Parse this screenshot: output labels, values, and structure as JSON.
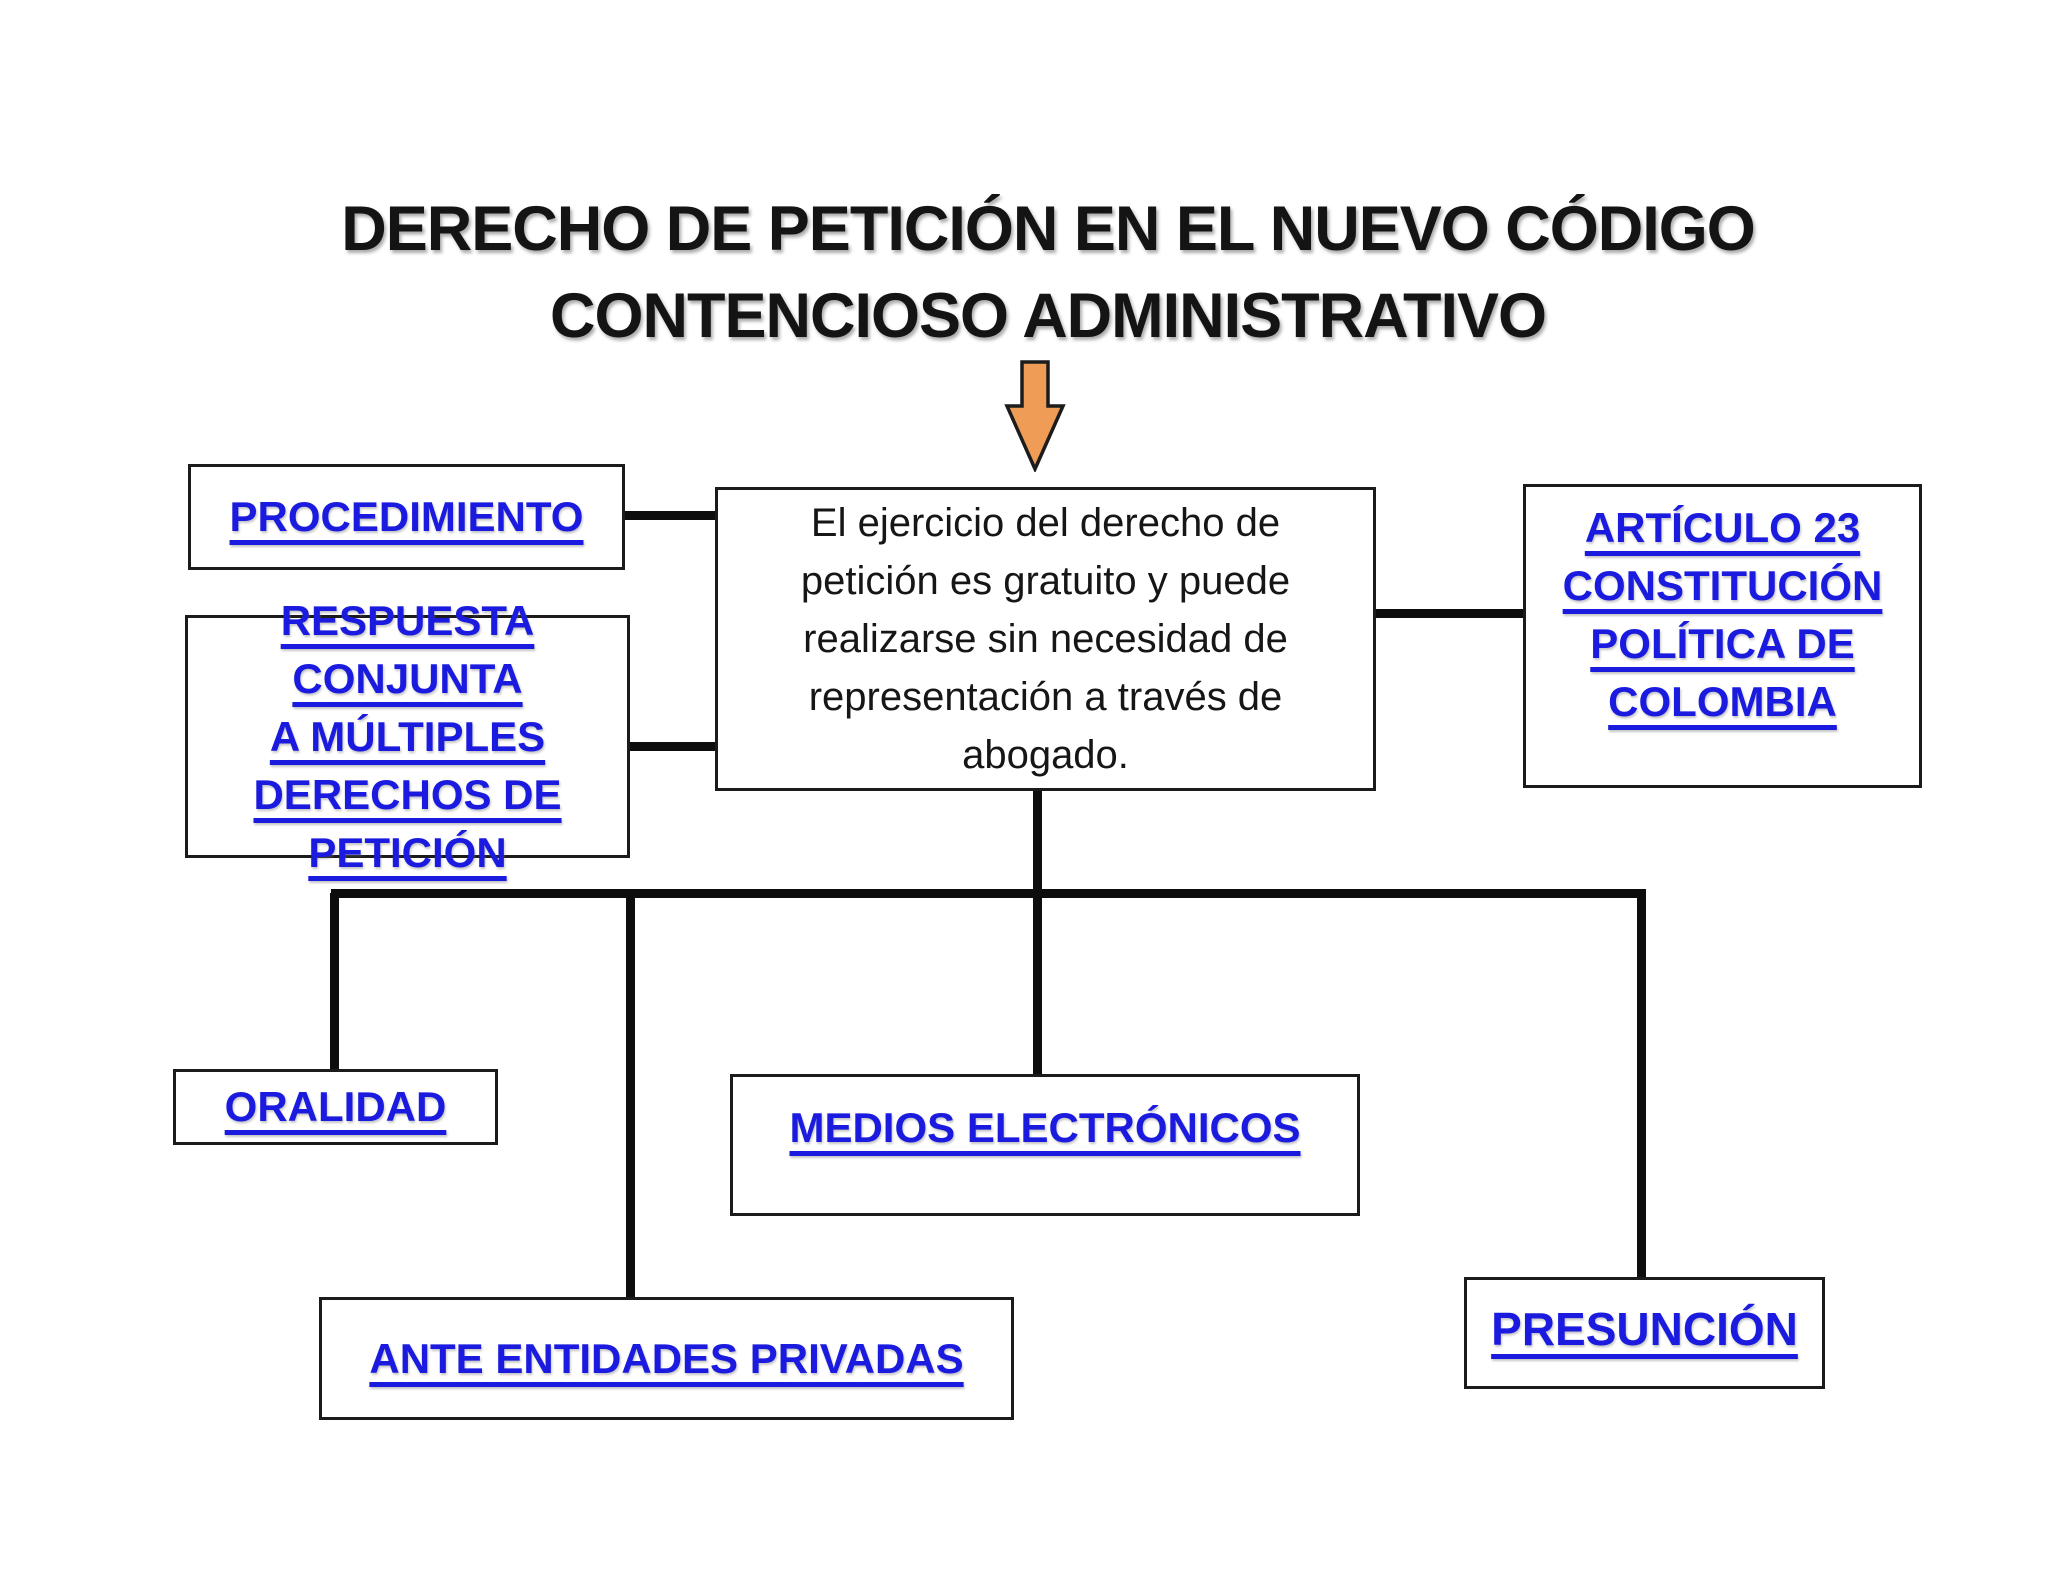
{
  "slide": {
    "title": "DERECHO DE PETICIÓN EN EL NUEVO CÓDIGO\nCONTENCIOSO ADMINISTRATIVO",
    "center_statement": "El ejercicio del derecho de\npetición es gratuito y puede\nrealizarse sin necesidad de\nrepresentación a través de\nabogado."
  },
  "nodes": {
    "procedimiento": "PROCEDIMIENTO",
    "respuesta_conjunta": "RESPUESTA CONJUNTA\nA MÚLTIPLES\nDERECHOS DE\nPETICIÓN",
    "articulo_23": "ARTÍCULO 23\nCONSTITUCIÓN\nPOLÍTICA DE\nCOLOMBIA",
    "oralidad": "ORALIDAD",
    "medios_electronicos": "MEDIOS ELECTRÓNICOS",
    "ante_entidades_privadas": "ANTE ENTIDADES PRIVADAS",
    "presuncion": "PRESUNCIÓN"
  },
  "icons": {
    "down_arrow": "down-arrow"
  },
  "colors": {
    "link_blue": "#1B1BE0",
    "text_black": "#161616",
    "connector_black": "#0D0D0D",
    "arrow_orange": "#EF9C56",
    "arrow_outline": "#1C1C1C",
    "background": "#FFFFFF"
  }
}
